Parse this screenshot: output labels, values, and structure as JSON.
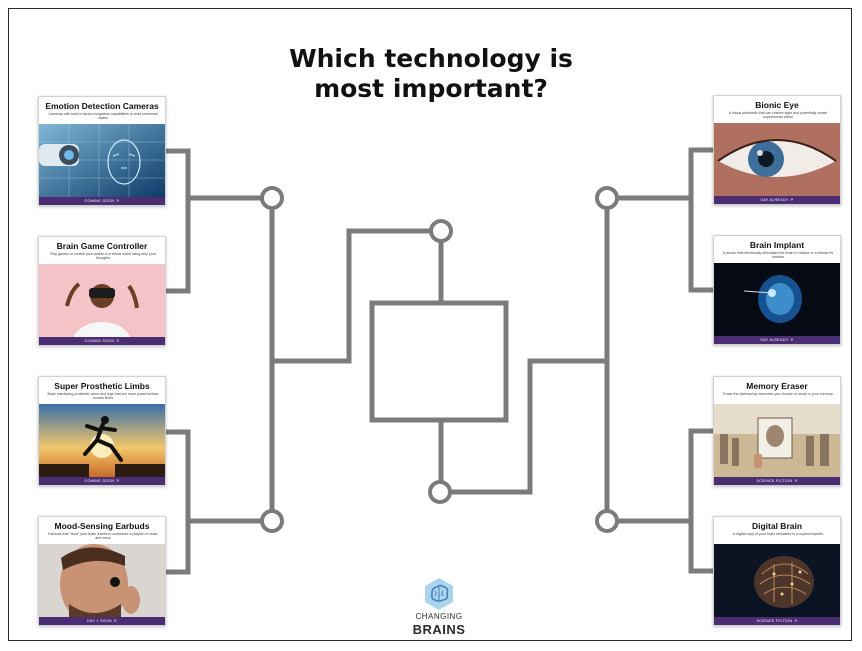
{
  "title": {
    "line1": "Which technology is",
    "line2": "most important?"
  },
  "colors": {
    "bracket_line": "#7b7b7b",
    "card_footer": "#4b2d73",
    "logo_hex": "#a9d4ec",
    "logo_brain": "#3f7fb8"
  },
  "left_cards": [
    {
      "title": "Emotion Detection Cameras",
      "description": "Cameras with built-in facial recognition capabilities to read emotional states",
      "footer": "COMING SOON",
      "image": "surveillance-camera-face-scan"
    },
    {
      "title": "Brain Game Controller",
      "description": "Play games or control your avatar in a virtual world using only your thoughts",
      "footer": "COMING SOON",
      "image": "vr-headset-player"
    },
    {
      "title": "Super Prosthetic Limbs",
      "description": "Brain interfacing prosthetic arms and legs that are more powerful than human limbs",
      "footer": "COMING SOON",
      "image": "runner-silhouette-sunset"
    },
    {
      "title": "Mood-Sensing Earbuds",
      "description": "Earbuds that \"read\" your brain waves to customize a playlist of music and news",
      "footer": "DAY 1 SOON",
      "image": "man-wearing-earbud"
    }
  ],
  "right_cards": [
    {
      "title": "Bionic Eye",
      "description": "A visual prosthetic that can restore sight and potentially create superhuman vision",
      "footer": "DAY ALREADY",
      "image": "close-up-eye"
    },
    {
      "title": "Brain Implant",
      "description": "A device that electrically stimulates the brain to restore or enhance its function",
      "footer": "DAY ALREADY",
      "image": "brain-scan-implant"
    },
    {
      "title": "Memory Eraser",
      "description": "Erase the distressing memories you choose or recall or your memory",
      "footer": "SCIENCE FICTION",
      "image": "faded-crowd-memory"
    },
    {
      "title": "Digital Brain",
      "description": "A digital copy of your brain simulated in a supercomputer",
      "footer": "SCIENCE FICTION",
      "image": "circuit-brain"
    }
  ],
  "logo": {
    "top": "CHANGING",
    "bottom": "BRAINS",
    "icon": "brain-icon"
  }
}
